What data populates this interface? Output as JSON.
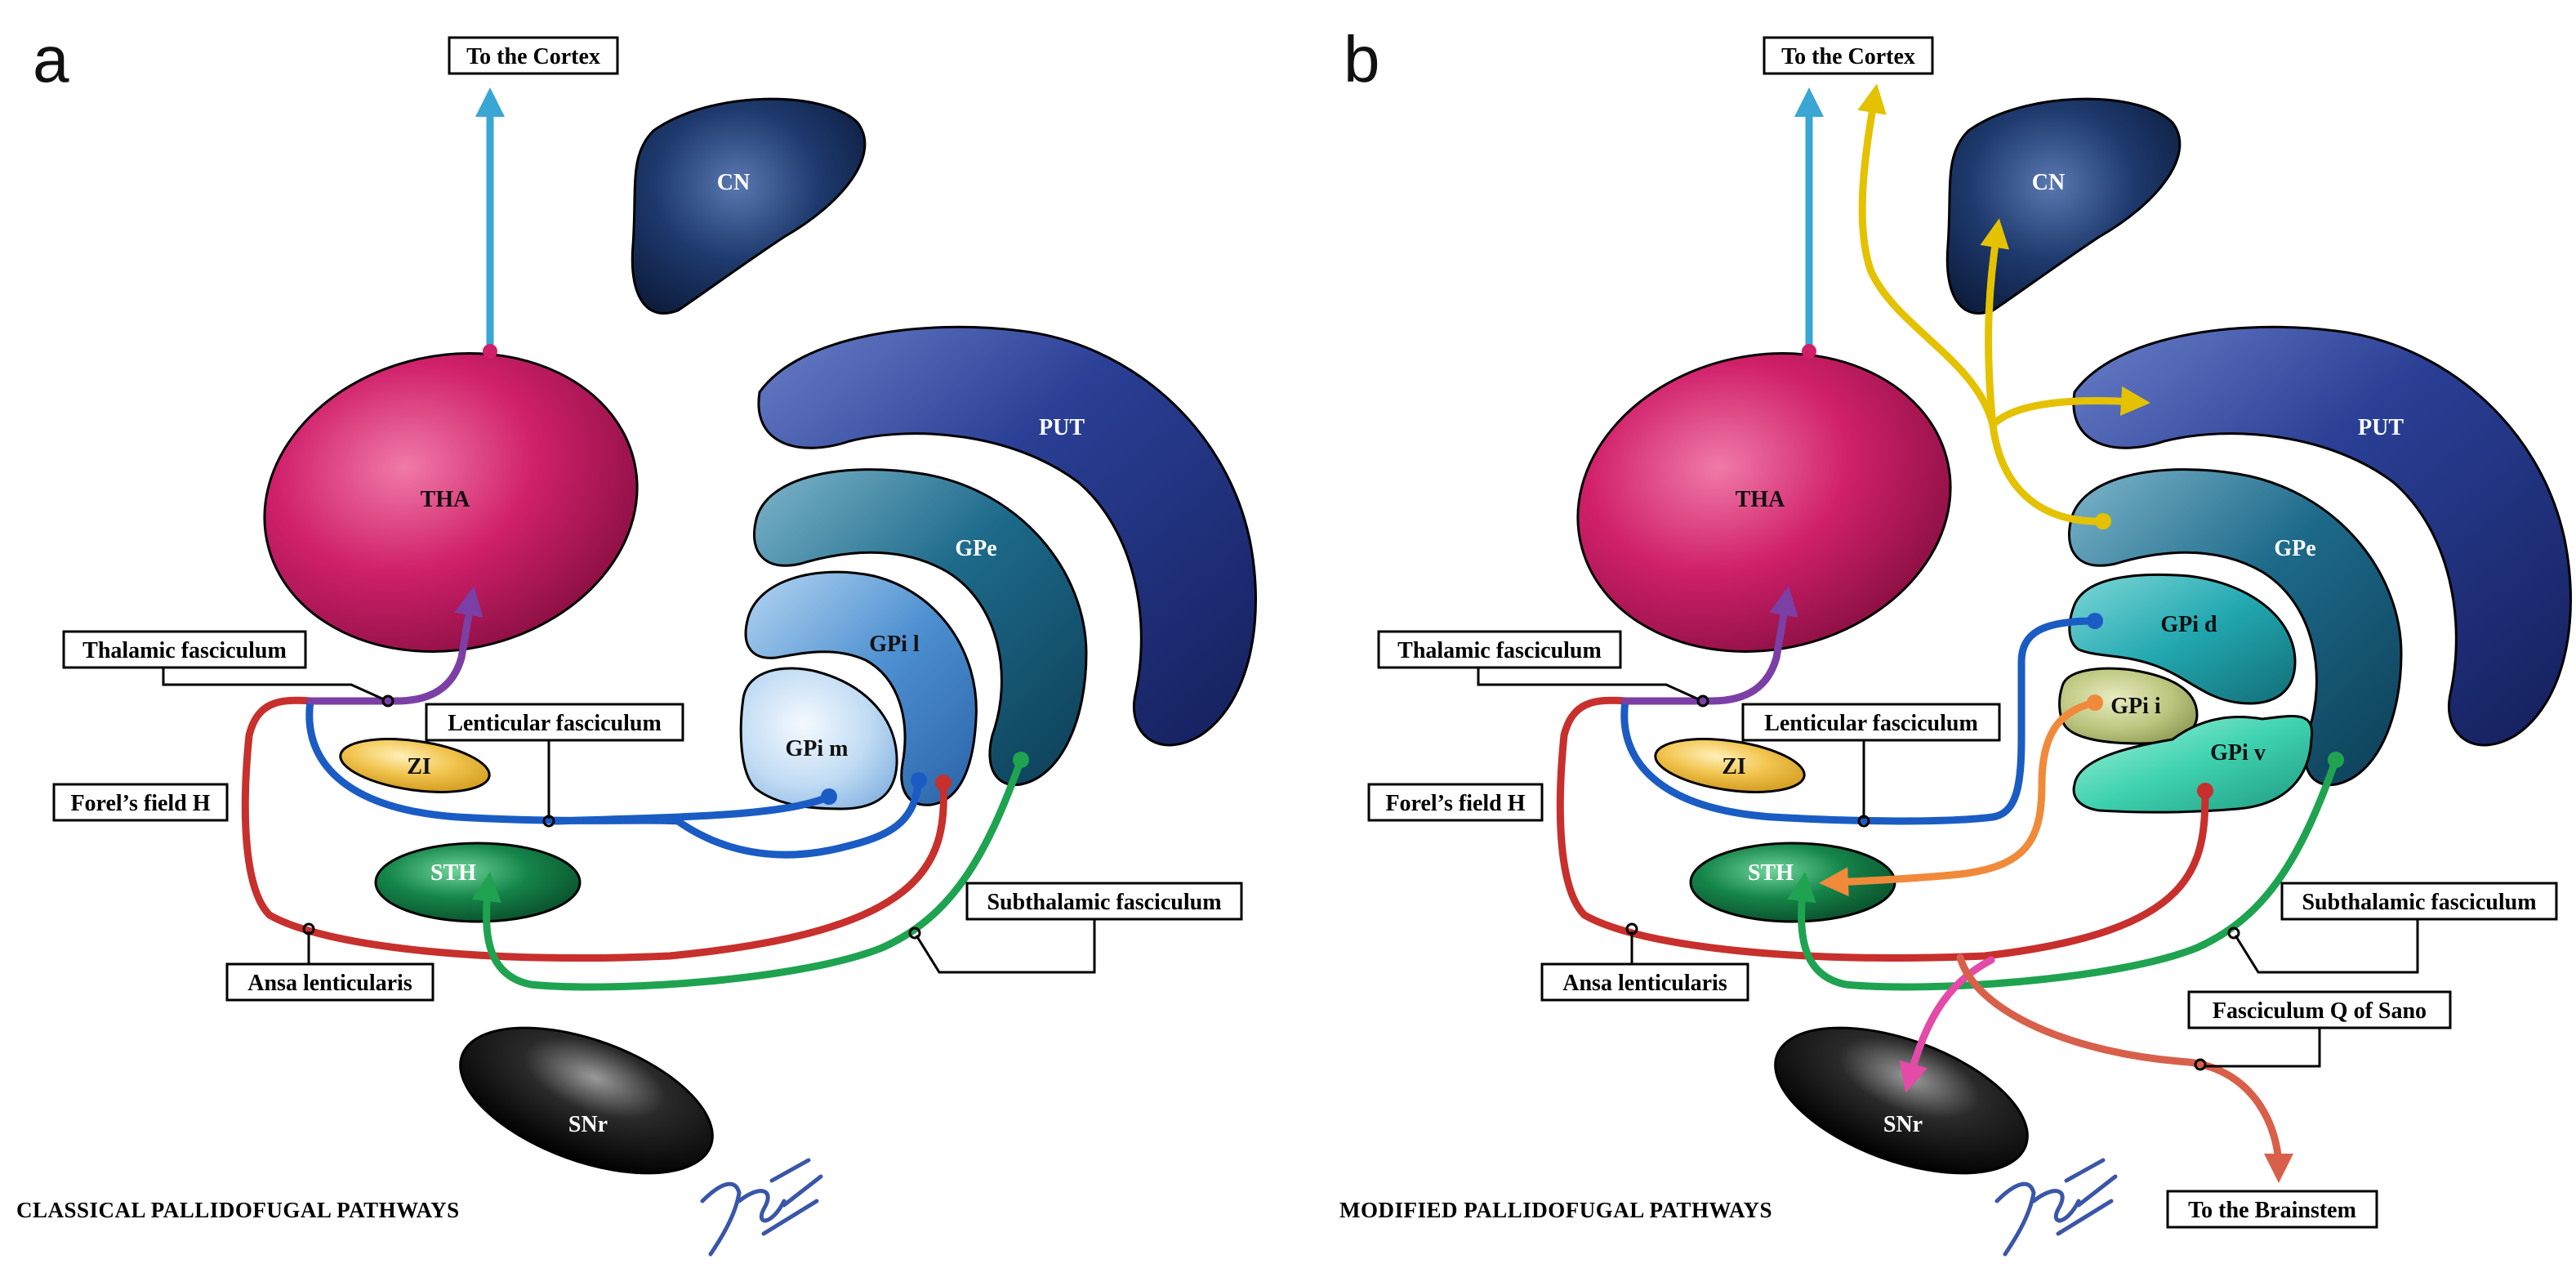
{
  "panels": [
    {
      "letter": "a",
      "caption": "CLASSICAL PALLIDOFUGAL PATHWAYS",
      "structures": {
        "cn": "CN",
        "tha": "THA",
        "put": "PUT",
        "gpe": "GPe",
        "gpil": "GPi l",
        "gpim": "GPi m",
        "zi": "ZI",
        "sth": "STH",
        "snr": "SNr"
      },
      "labels": {
        "to_cortex": "To the Cortex",
        "thalamic_fasciculum": "Thalamic fasciculum",
        "lenticular_fasciculum": "Lenticular fasciculum",
        "forels_field": "Forel’s field H",
        "ansa": "Ansa lenticularis",
        "subthalamic": "Subthalamic fasciculum"
      }
    },
    {
      "letter": "b",
      "caption": "MODIFIED PALLIDOFUGAL PATHWAYS",
      "structures": {
        "cn": "CN",
        "tha": "THA",
        "put": "PUT",
        "gpe": "GPe",
        "gpid": "GPi d",
        "gpii": "GPi i",
        "gpiv": "GPi v",
        "zi": "ZI",
        "sth": "STH",
        "snr": "SNr"
      },
      "labels": {
        "to_cortex": "To the Cortex",
        "thalamic_fasciculum": "Thalamic fasciculum",
        "lenticular_fasciculum": "Lenticular fasciculum",
        "forels_field": "Forel’s field H",
        "ansa": "Ansa lenticularis",
        "subthalamic": "Subthalamic fasciculum",
        "sano": "Fasciculum Q of Sano",
        "to_brainstem": "To the Brainstem"
      }
    }
  ],
  "colors": {
    "tha": "#d0206a",
    "put": "#1e2f7a",
    "gpe": "#1a5e7e",
    "cn": "#142a55",
    "sth": "#148044",
    "zi": "#f0c24a",
    "snr": "#1a1a1a",
    "cortex_arrow": "#3aa6d4",
    "thalamic_path": "#7b3fa6",
    "lenticular_path": "#1a5cc4",
    "ansa_path": "#c7302c",
    "subthalamic_path": "#1fa350",
    "yellow_path": "#e4c200",
    "orange_path": "#f08a3a",
    "pink_path": "#e44aa8",
    "brainstem_path": "#d8604a"
  },
  "signature_text": "JcLT"
}
